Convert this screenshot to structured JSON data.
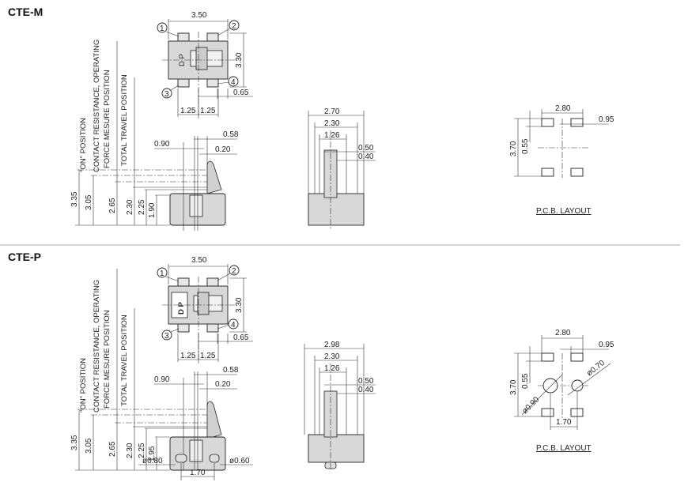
{
  "sections": [
    {
      "title": "CTE-M",
      "top_view": {
        "width": "3.50",
        "height": "3.30",
        "offset": "0.65",
        "pitch_left": "1.25",
        "pitch_right": "1.25",
        "marking": "D P",
        "pins": [
          "1",
          "2",
          "3",
          "4"
        ]
      },
      "side_view": {
        "labels": [
          "\"ON\" POSITION",
          "CONTACT RESISTANCE, OPERATING",
          "FORCE MESURE POSITION",
          "TOTAL TRAVEL POSITION"
        ],
        "heights": [
          "3.35",
          "3.05",
          "2.65",
          "2.30",
          "2.25",
          "1.90"
        ],
        "dims": {
          "d090": "0.90",
          "d058": "0.58",
          "d020": "0.20"
        }
      },
      "front_view": {
        "dims": [
          "2.70",
          "2.30",
          "1.26",
          "0.50",
          "0.40"
        ]
      },
      "pcb": {
        "width": "2.80",
        "pad": "0.95",
        "height": "3.70",
        "gap": "0.55",
        "label": "P.C.B. LAYOUT"
      }
    },
    {
      "title": "CTE-P",
      "top_view": {
        "width": "3.50",
        "height": "3.30",
        "offset": "0.65",
        "pitch_left": "1.25",
        "pitch_right": "1.25",
        "marking": "D P",
        "pins": [
          "1",
          "2",
          "3",
          "4"
        ]
      },
      "side_view": {
        "labels": [
          "\"ON\" POSITION",
          "CONTACT RESISTANCE, OPERATING",
          "FORCE MESURE POSITION",
          "TOTAL TRAVEL POSITION"
        ],
        "heights": [
          "3.35",
          "3.05",
          "2.65",
          "2.30",
          "2.25",
          "1.95"
        ],
        "dims": {
          "d090": "0.90",
          "d058": "0.58",
          "d020": "0.20"
        },
        "pegs": {
          "left": "ø0.80",
          "right": "ø0.60",
          "pitch": "1.70"
        }
      },
      "front_view": {
        "dims": [
          "2.98",
          "2.30",
          "1.26",
          "0.50",
          "0.40"
        ]
      },
      "pcb": {
        "width": "2.80",
        "pad": "0.95",
        "height": "3.70",
        "gap": "0.55",
        "label": "P.C.B. LAYOUT",
        "hole_left": "ø0.90",
        "hole_right": "ø0.70",
        "hole_pitch": "1.70"
      }
    }
  ]
}
